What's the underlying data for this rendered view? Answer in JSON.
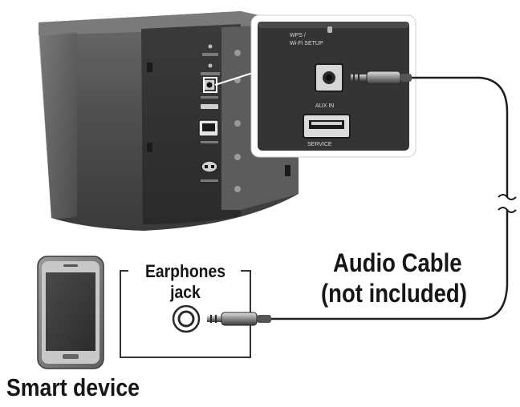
{
  "zoom_panel": {
    "wps_label": "WPS /",
    "wifi_setup_label": "Wi-Fi SETUP",
    "aux_in_label": "AUX IN",
    "service_label": "SERVICE"
  },
  "labels": {
    "audio_cable_line1": "Audio Cable",
    "audio_cable_line2": "(not included)",
    "earphones_line1": "Earphones",
    "earphones_line2": "jack",
    "smart_device": "Smart device"
  }
}
